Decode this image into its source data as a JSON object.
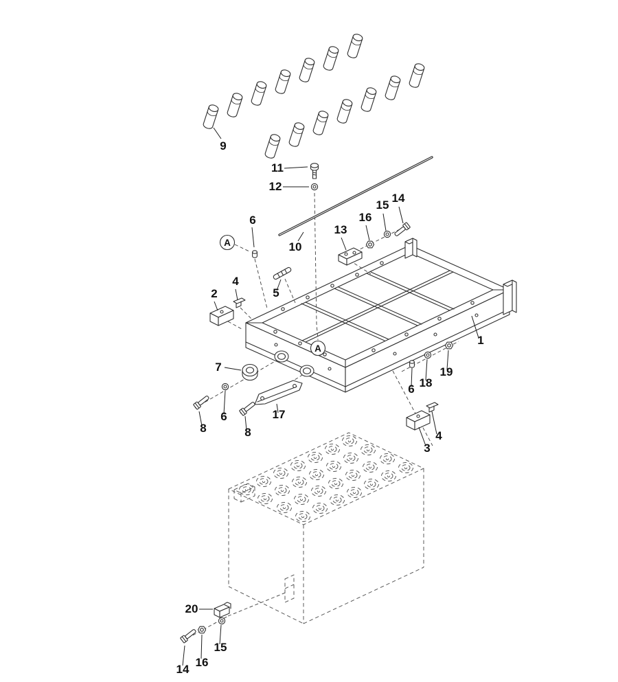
{
  "figure": {
    "kind": "exploded-parts-diagram",
    "background": "#ffffff",
    "line_color": "#2e2e2e",
    "phantom_line_color": "#5a5a5a",
    "label_color": "#101010"
  },
  "callouts": {
    "c9": "9",
    "c11": "11",
    "c12": "12",
    "c10": "10",
    "c6_top": "6",
    "c5": "5",
    "c2": "2",
    "c4_top": "4",
    "c13": "13",
    "c16_top": "16",
    "c15_top": "15",
    "c14_top": "14",
    "c1": "1",
    "c7": "7",
    "c6_mid": "6",
    "c18": "18",
    "c19": "19",
    "c8_left": "8",
    "c6_bottom": "6",
    "c8_right": "8",
    "c17": "17",
    "c3": "3",
    "c4_right": "4",
    "c20": "20",
    "c14_bottom": "14",
    "c16_bottom": "16",
    "c15_bottom": "15"
  },
  "markers": {
    "a_upper": "A",
    "a_lower": "A"
  }
}
